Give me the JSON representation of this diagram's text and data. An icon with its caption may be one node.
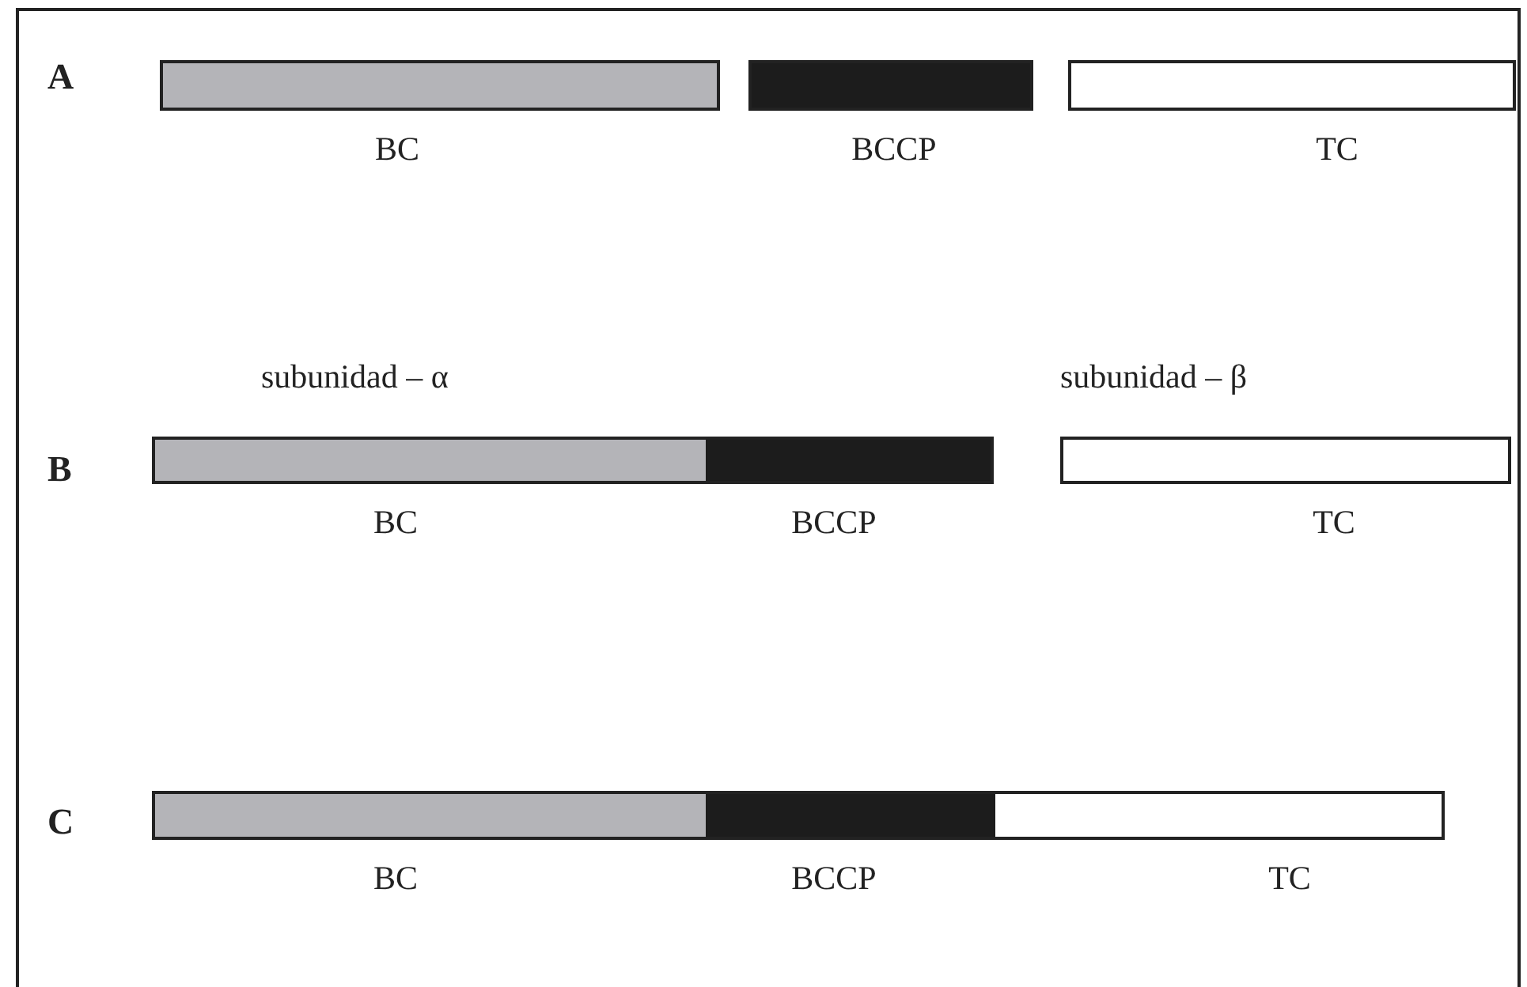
{
  "diagram": {
    "nodes": [
      {
        "text": [
          "BC"
        ]
      },
      {
        "text": [
          "BCCP"
        ]
      },
      {
        "text": [
          "TC"
        ]
      },
      {
        "text": [
          "BC"
        ]
      },
      {
        "text": [
          "BCCP"
        ]
      },
      {
        "text": [
          "TC"
        ]
      },
      {
        "text": [
          "BC"
        ]
      },
      {
        "text": [
          "BCCP"
        ]
      },
      {
        "text": [
          "TC"
        ]
      }
    ],
    "labels": [
      "A",
      "subunidad – α",
      "subunidad – β",
      "B",
      "C"
    ]
  }
}
